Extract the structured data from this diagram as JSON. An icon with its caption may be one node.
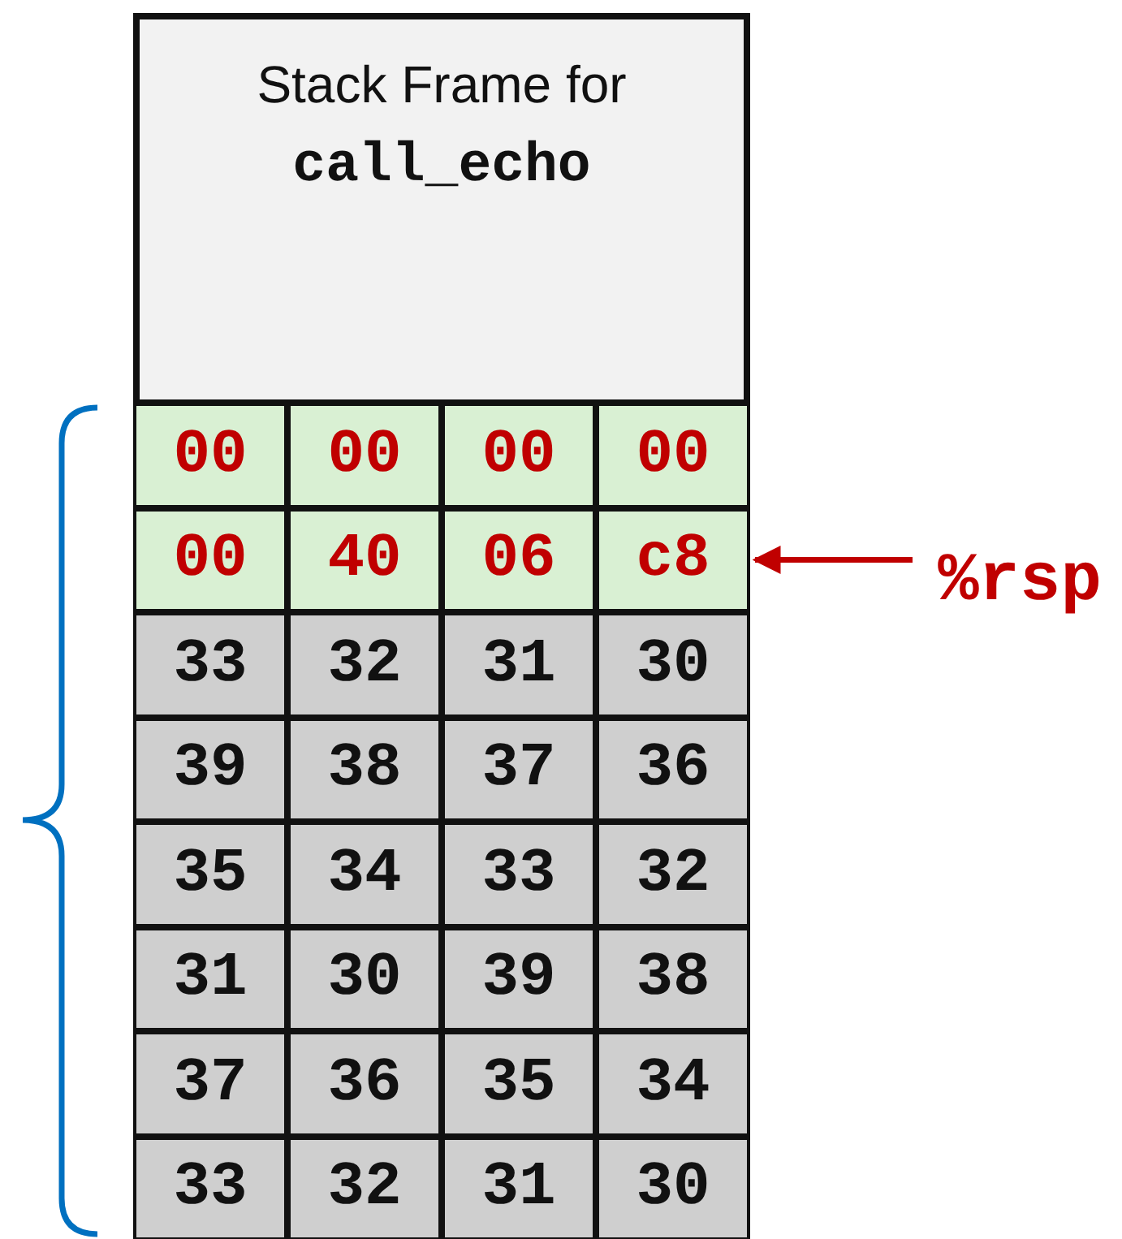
{
  "diagram": {
    "nodes": [
      {
        "text": [
          "Stack Frame for **call_echo**"
        ]
      },
      {
        "text": [
          "00"
        ]
      },
      {
        "text": [
          "00"
        ]
      },
      {
        "text": [
          "00"
        ]
      },
      {
        "text": [
          "00"
        ]
      },
      {
        "text": [
          "00"
        ]
      },
      {
        "text": [
          "40"
        ]
      },
      {
        "text": [
          "06"
        ]
      },
      {
        "text": [
          "c8"
        ]
      },
      {
        "text": [
          "33"
        ]
      },
      {
        "text": [
          "32"
        ]
      },
      {
        "text": [
          "31"
        ]
      },
      {
        "text": [
          "30"
        ]
      },
      {
        "text": [
          "39"
        ]
      },
      {
        "text": [
          "38"
        ]
      },
      {
        "text": [
          "37"
        ]
      },
      {
        "text": [
          "36"
        ]
      },
      {
        "text": [
          "35"
        ]
      },
      {
        "text": [
          "34"
        ]
      },
      {
        "text": [
          "33"
        ]
      },
      {
        "text": [
          "32"
        ]
      },
      {
        "text": [
          "31"
        ]
      },
      {
        "text": [
          "30"
        ]
      },
      {
        "text": [
          "39"
        ]
      },
      {
        "text": [
          "38"
        ]
      },
      {
        "text": [
          "37"
        ]
      },
      {
        "text": [
          "36"
        ]
      },
      {
        "text": [
          "35"
        ]
      },
      {
        "text": [
          "34"
        ]
      },
      {
        "text": [
          "33"
        ]
      },
      {
        "text": [
          "32"
        ]
      },
      {
        "text": [
          "31"
        ]
      },
      {
        "text": [
          "30"
        ]
      },
      {
        "text": [
          "%rsp"
        ]
      }
    ],
    "edges": [
      {
        "from": 33,
        "to": 8,
        "arrow": "to",
        "color": "#c00000"
      }
    ]
  }
}
